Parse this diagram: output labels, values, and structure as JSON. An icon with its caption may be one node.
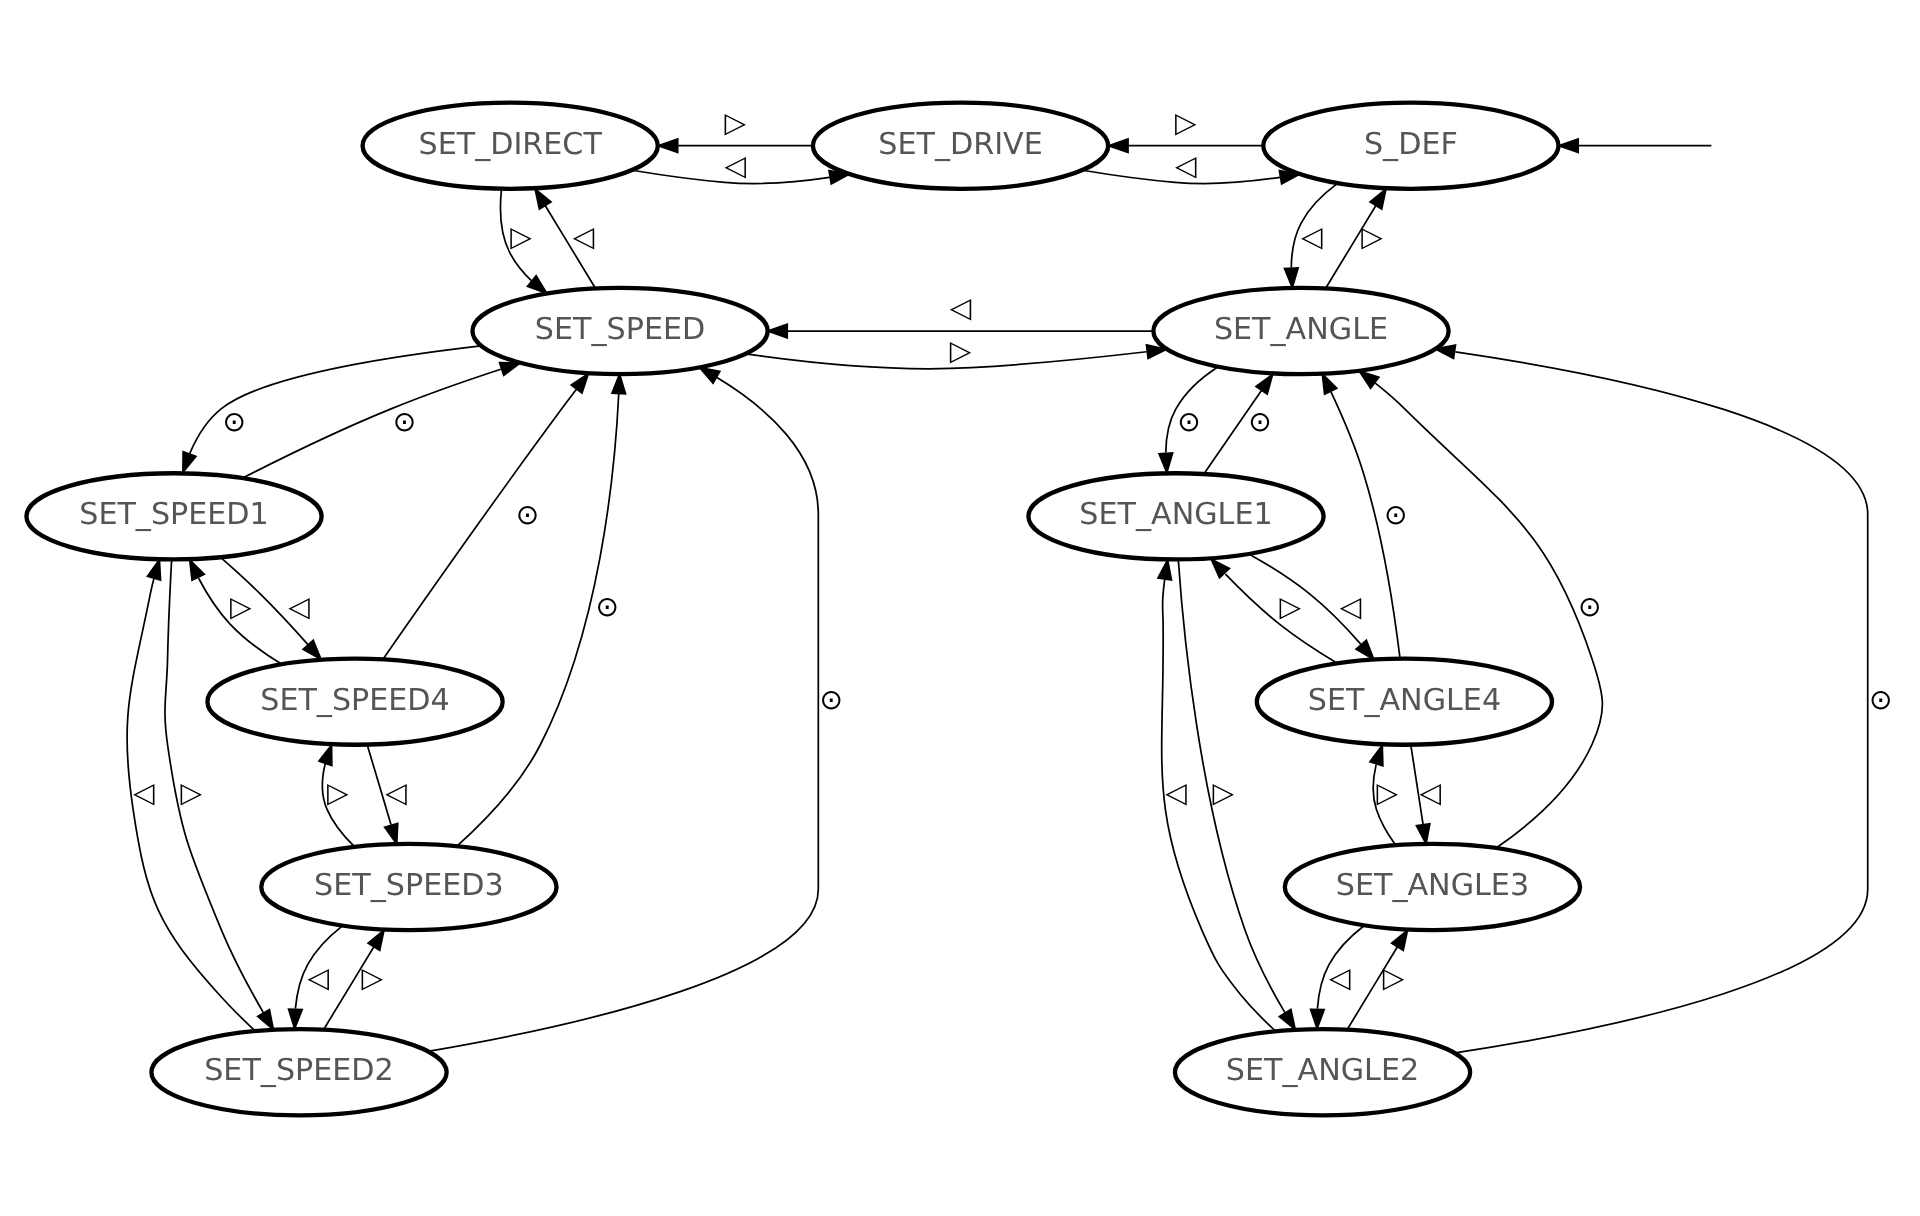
{
  "diagram": {
    "nodes": [
      {
        "text": [
          "SET_DIRECT"
        ]
      },
      {
        "text": [
          "SET_DRIVE"
        ]
      },
      {
        "text": [
          "S_DEF"
        ]
      },
      {
        "text": [
          "SET_SPEED"
        ]
      },
      {
        "text": [
          "SET_ANGLE"
        ]
      },
      {
        "text": [
          "SET_SPEED1"
        ]
      },
      {
        "text": [
          "SET_SPEED2"
        ]
      },
      {
        "text": [
          "SET_SPEED3"
        ]
      },
      {
        "text": [
          "SET_SPEED4"
        ]
      },
      {
        "text": [
          "SET_ANGLE1"
        ]
      },
      {
        "text": [
          "SET_ANGLE2"
        ]
      },
      {
        "text": [
          "SET_ANGLE3"
        ]
      },
      {
        "text": [
          "SET_ANGLE4"
        ]
      }
    ],
    "edges": [
      {
        "from": null,
        "to": 2,
        "arrow": "to"
      },
      {
        "from": 1,
        "to": 0,
        "arrow": "to",
        "label": "▷"
      },
      {
        "from": 0,
        "to": 1,
        "arrow": "to",
        "label": "◁"
      },
      {
        "from": 2,
        "to": 1,
        "arrow": "to",
        "label": "▷"
      },
      {
        "from": 1,
        "to": 2,
        "arrow": "to",
        "label": "◁"
      },
      {
        "from": 0,
        "to": 3,
        "arrow": "to",
        "label": "▷"
      },
      {
        "from": 3,
        "to": 0,
        "arrow": "to",
        "label": "◁"
      },
      {
        "from": 2,
        "to": 4,
        "arrow": "to",
        "label": "◁"
      },
      {
        "from": 4,
        "to": 2,
        "arrow": "to",
        "label": "▷"
      },
      {
        "from": 4,
        "to": 3,
        "arrow": "to",
        "label": "◁"
      },
      {
        "from": 3,
        "to": 4,
        "arrow": "to",
        "label": "▷"
      },
      {
        "from": 3,
        "to": 5,
        "arrow": "to",
        "label": "⊙"
      },
      {
        "from": 5,
        "to": 3,
        "arrow": "to",
        "label": "⊙"
      },
      {
        "from": 6,
        "to": 3,
        "arrow": "to",
        "label": "⊙"
      },
      {
        "from": 7,
        "to": 3,
        "arrow": "to",
        "label": "⊙"
      },
      {
        "from": 8,
        "to": 3,
        "arrow": "to",
        "label": "⊙"
      },
      {
        "from": 5,
        "to": 6,
        "arrow": "to",
        "label": "▷"
      },
      {
        "from": 6,
        "to": 5,
        "arrow": "to",
        "label": "◁"
      },
      {
        "from": 6,
        "to": 7,
        "arrow": "to",
        "label": "▷"
      },
      {
        "from": 7,
        "to": 6,
        "arrow": "to",
        "label": "◁"
      },
      {
        "from": 7,
        "to": 8,
        "arrow": "to",
        "label": "▷"
      },
      {
        "from": 8,
        "to": 7,
        "arrow": "to",
        "label": "◁"
      },
      {
        "from": 5,
        "to": 8,
        "arrow": "to",
        "label": "◁"
      },
      {
        "from": 8,
        "to": 5,
        "arrow": "to",
        "label": "▷"
      },
      {
        "from": 4,
        "to": 9,
        "arrow": "to",
        "label": "⊙"
      },
      {
        "from": 9,
        "to": 4,
        "arrow": "to",
        "label": "⊙"
      },
      {
        "from": 10,
        "to": 4,
        "arrow": "to",
        "label": "⊙"
      },
      {
        "from": 11,
        "to": 4,
        "arrow": "to",
        "label": "⊙"
      },
      {
        "from": 12,
        "to": 4,
        "arrow": "to",
        "label": "⊙"
      },
      {
        "from": 9,
        "to": 10,
        "arrow": "to",
        "label": "▷"
      },
      {
        "from": 10,
        "to": 9,
        "arrow": "to",
        "label": "◁"
      },
      {
        "from": 10,
        "to": 11,
        "arrow": "to",
        "label": "▷"
      },
      {
        "from": 11,
        "to": 10,
        "arrow": "to",
        "label": "◁"
      },
      {
        "from": 11,
        "to": 12,
        "arrow": "to",
        "label": "▷"
      },
      {
        "from": 12,
        "to": 11,
        "arrow": "to",
        "label": "◁"
      },
      {
        "from": 9,
        "to": 12,
        "arrow": "to",
        "label": "◁"
      },
      {
        "from": 12,
        "to": 9,
        "arrow": "to",
        "label": "▷"
      }
    ]
  }
}
